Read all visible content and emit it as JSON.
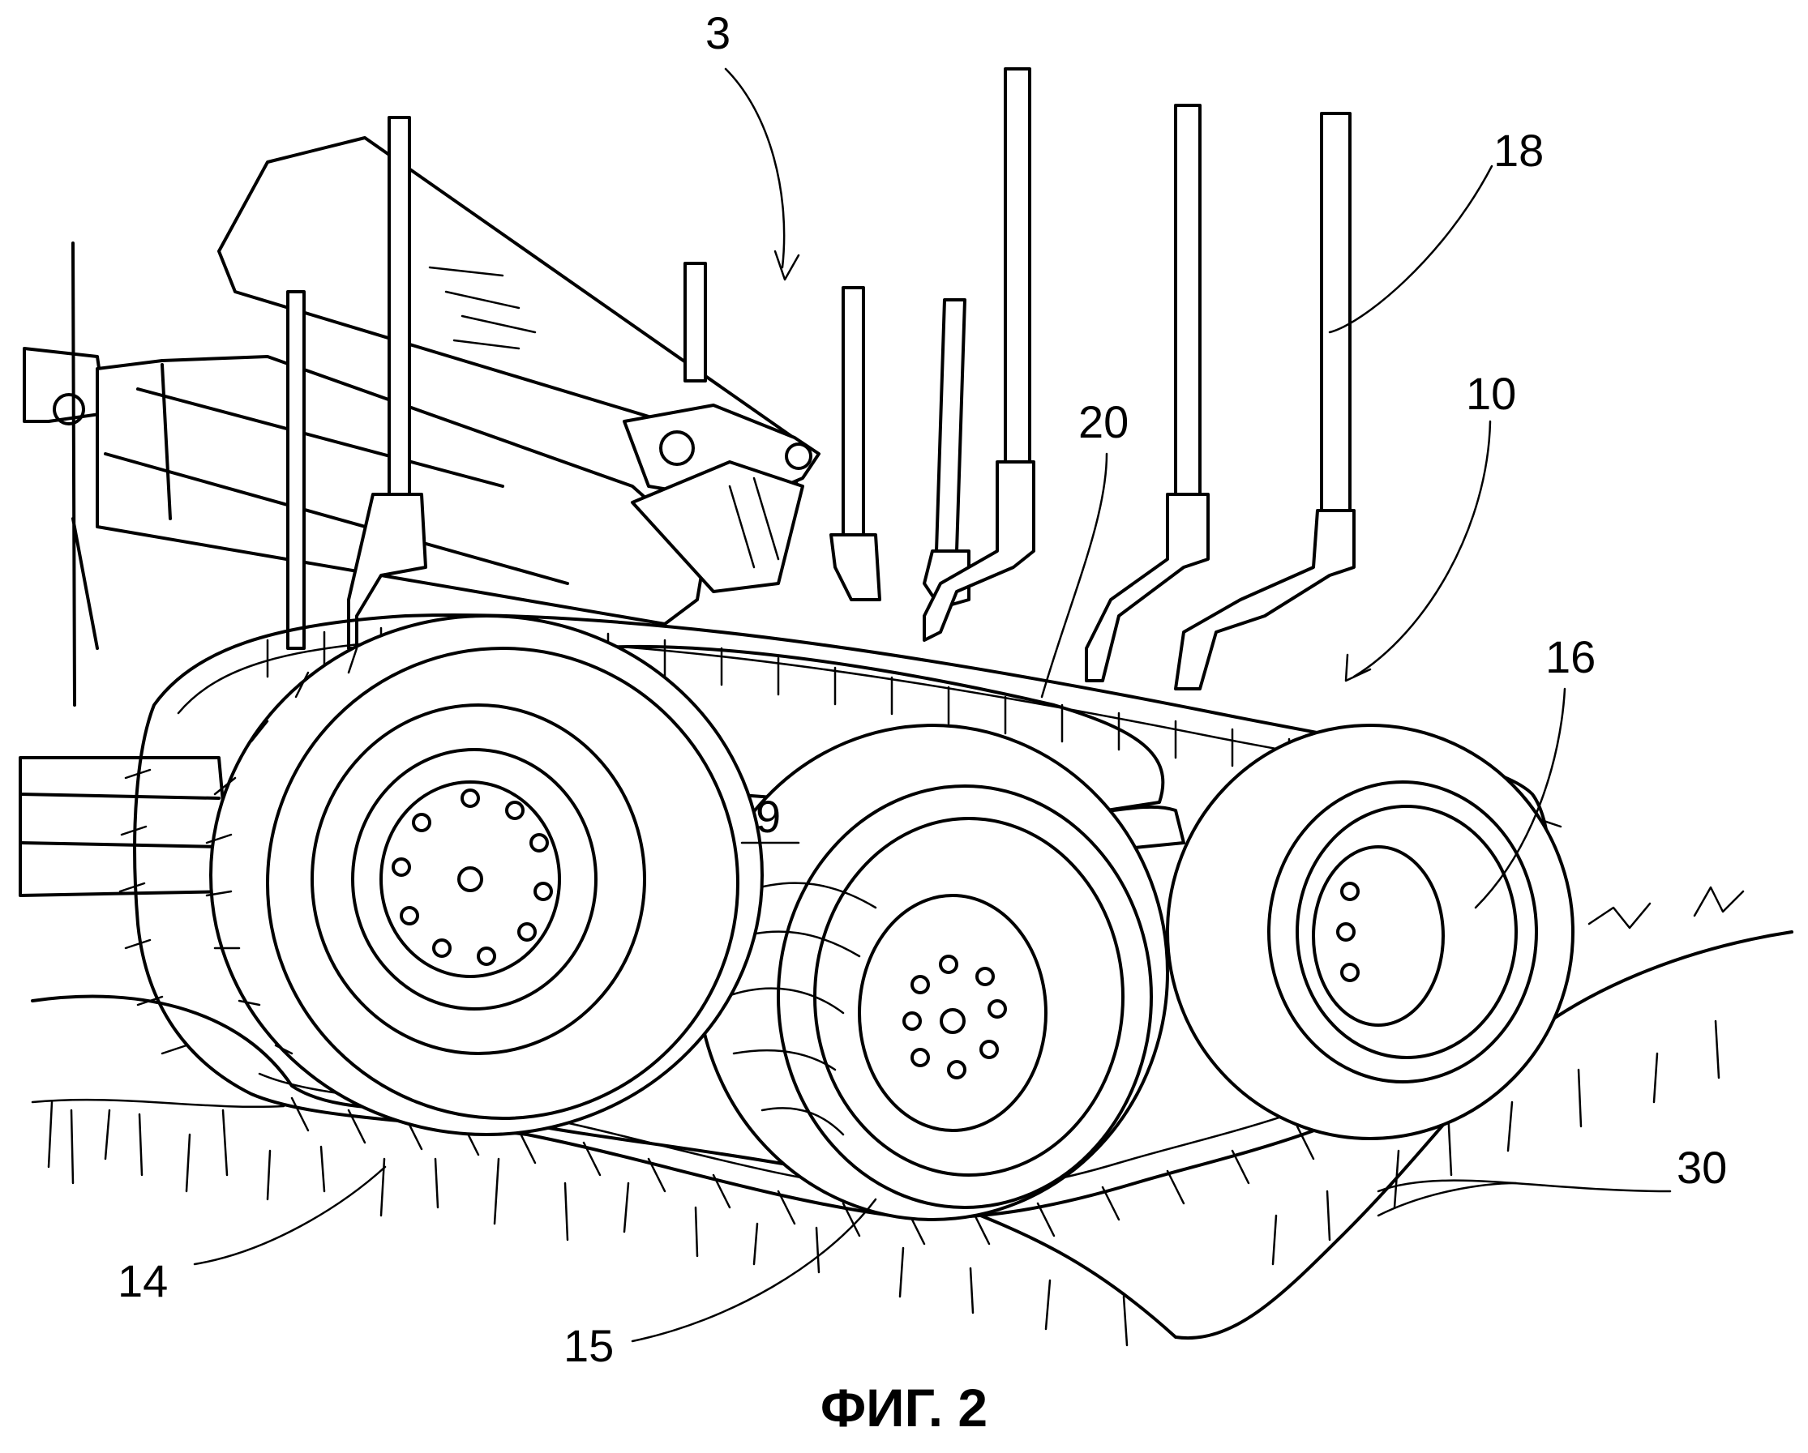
{
  "figure": {
    "caption": "ФИГ. 2",
    "reference_numerals": {
      "n3": "3",
      "n18": "18",
      "n20": "20",
      "n10": "10",
      "n16": "16",
      "n9": "9",
      "n14": "14",
      "n15": "15",
      "n30": "30"
    }
  }
}
